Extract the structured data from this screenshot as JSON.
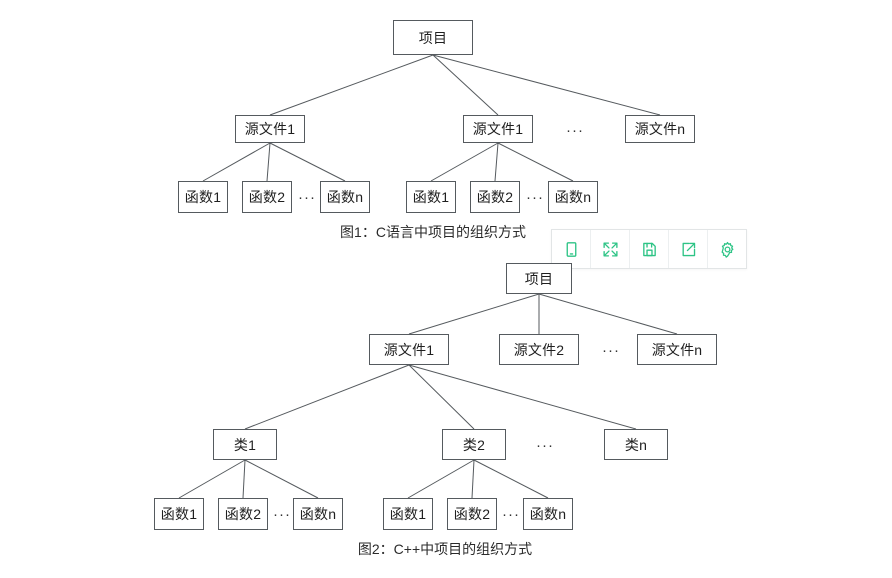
{
  "page": {
    "background": "#ffffff",
    "line_color": "#555a5e",
    "node_border": "#555a5e",
    "accent": "#2ec486"
  },
  "figure1": {
    "caption": "图1：C语言中项目的组织方式",
    "root": {
      "label": "项目"
    },
    "level2": [
      {
        "label": "源文件1"
      },
      {
        "label": "源文件1"
      },
      {
        "label": "源文件n"
      }
    ],
    "level2_ellipsis": "···",
    "group_left": {
      "children": [
        {
          "label": "函数1"
        },
        {
          "label": "函数2"
        },
        {
          "label": "函数n"
        }
      ],
      "ellipsis": "···"
    },
    "group_right": {
      "children": [
        {
          "label": "函数1"
        },
        {
          "label": "函数2"
        },
        {
          "label": "函数n"
        }
      ],
      "ellipsis": "···"
    }
  },
  "figure2": {
    "caption": "图2：C++中项目的组织方式",
    "root": {
      "label": "项目"
    },
    "level2": [
      {
        "label": "源文件1"
      },
      {
        "label": "源文件2"
      },
      {
        "label": "源文件n"
      }
    ],
    "level2_ellipsis": "···",
    "level3": [
      {
        "label": "类1"
      },
      {
        "label": "类2"
      },
      {
        "label": "类n"
      }
    ],
    "level3_ellipsis": "···",
    "group_left": {
      "children": [
        {
          "label": "函数1"
        },
        {
          "label": "函数2"
        },
        {
          "label": "函数n"
        }
      ],
      "ellipsis": "···"
    },
    "group_right": {
      "children": [
        {
          "label": "函数1"
        },
        {
          "label": "函数2"
        },
        {
          "label": "函数n"
        }
      ],
      "ellipsis": "···"
    }
  },
  "toolbar": {
    "color": "#2ec486",
    "buttons": [
      {
        "icon": "mobile-preview-icon",
        "label": ""
      },
      {
        "icon": "fullscreen-expand-icon",
        "label": ""
      },
      {
        "icon": "save-floppy-icon",
        "label": ""
      },
      {
        "icon": "share-export-icon",
        "label": ""
      },
      {
        "icon": "settings-gear-icon",
        "label": ""
      }
    ]
  }
}
